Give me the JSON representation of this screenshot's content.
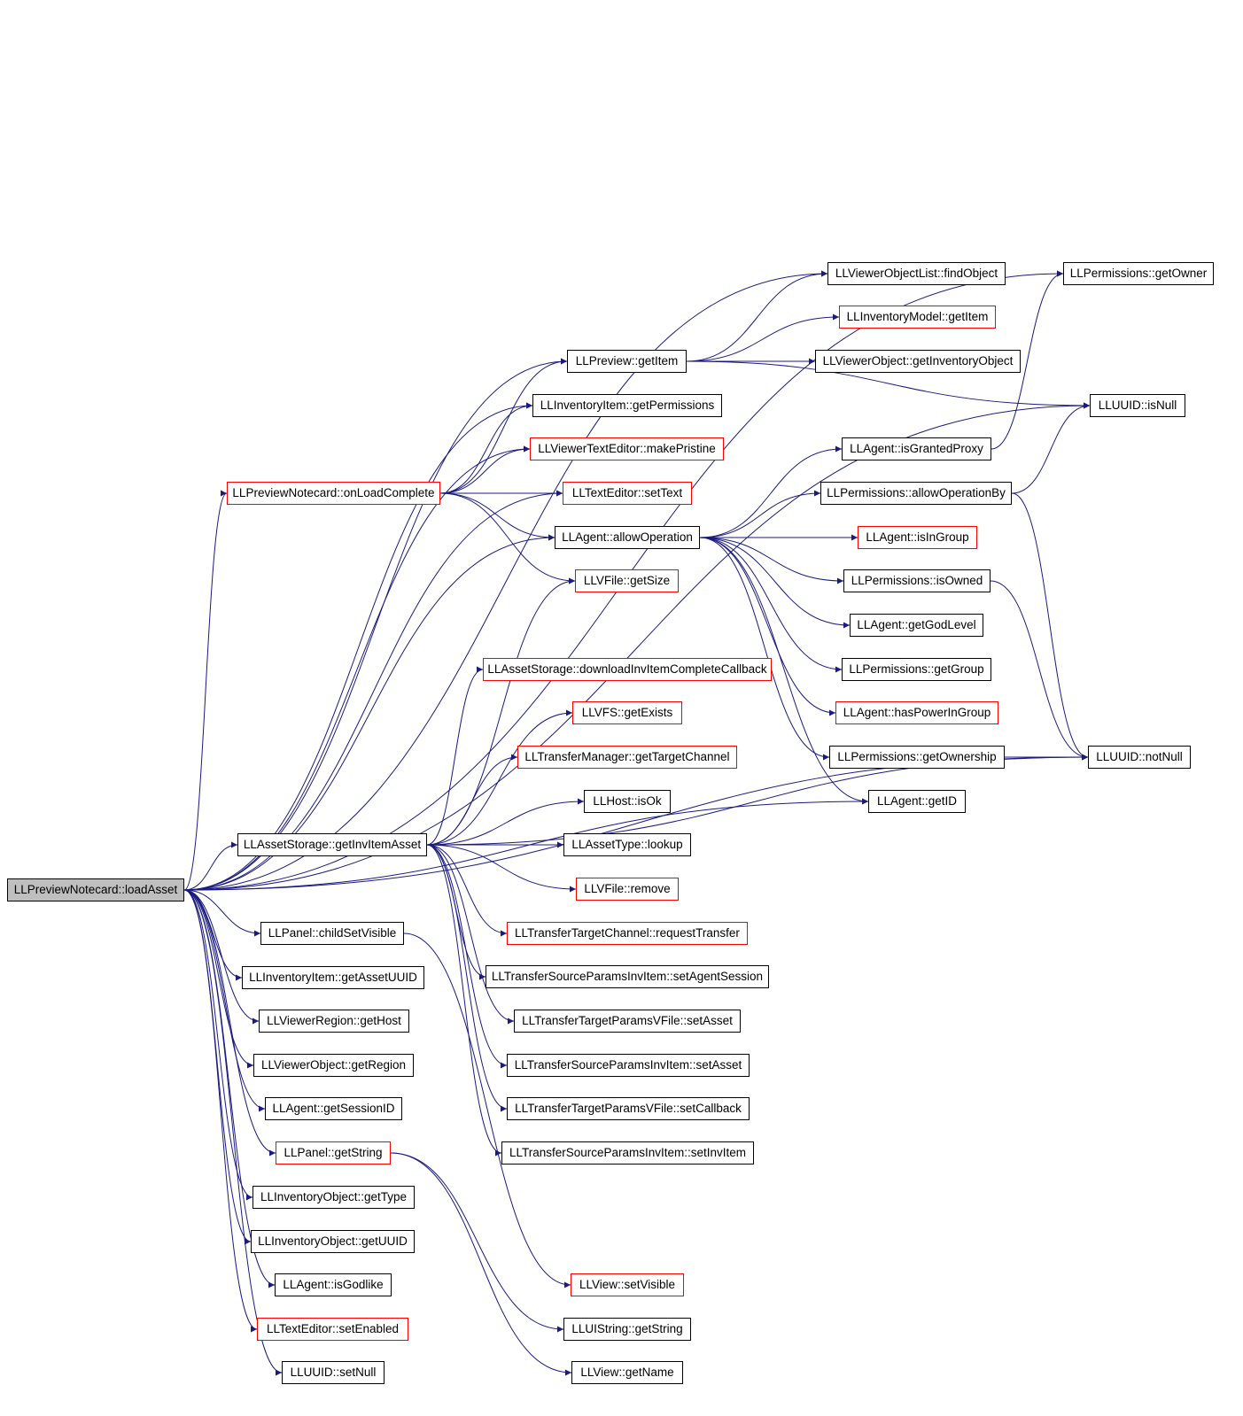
{
  "graph": {
    "root": "LLPreviewNotecard::loadAsset",
    "nodes": [
      {
        "id": "loadAsset",
        "label": "LLPreviewNotecard::loadAsset",
        "style": "root"
      },
      {
        "id": "onLoadComplete",
        "label": "LLPreviewNotecard::onLoadComplete",
        "style": "ref"
      },
      {
        "id": "getInvItemAsset",
        "label": "LLAssetStorage::getInvItemAsset",
        "style": "normal"
      },
      {
        "id": "childSetVisible",
        "label": "LLPanel::childSetVisible",
        "style": "normal"
      },
      {
        "id": "getAssetUUID",
        "label": "LLInventoryItem::getAssetUUID",
        "style": "normal"
      },
      {
        "id": "getHost",
        "label": "LLViewerRegion::getHost",
        "style": "normal"
      },
      {
        "id": "getRegion",
        "label": "LLViewerObject::getRegion",
        "style": "normal"
      },
      {
        "id": "getSessionID",
        "label": "LLAgent::getSessionID",
        "style": "normal"
      },
      {
        "id": "panelGetString",
        "label": "LLPanel::getString",
        "style": "ref"
      },
      {
        "id": "getType",
        "label": "LLInventoryObject::getType",
        "style": "normal"
      },
      {
        "id": "getUUID",
        "label": "LLInventoryObject::getUUID",
        "style": "normal"
      },
      {
        "id": "isGodlike",
        "label": "LLAgent::isGodlike",
        "style": "normal"
      },
      {
        "id": "setEnabled",
        "label": "LLTextEditor::setEnabled",
        "style": "ref"
      },
      {
        "id": "setNull",
        "label": "LLUUID::setNull",
        "style": "normal"
      },
      {
        "id": "previewGetItem",
        "label": "LLPreview::getItem",
        "style": "normal"
      },
      {
        "id": "getPermissions",
        "label": "LLInventoryItem::getPermissions",
        "style": "normal"
      },
      {
        "id": "makePristine",
        "label": "LLViewerTextEditor::makePristine",
        "style": "ref"
      },
      {
        "id": "setText",
        "label": "LLTextEditor::setText",
        "style": "ref"
      },
      {
        "id": "allowOperation",
        "label": "LLAgent::allowOperation",
        "style": "normal"
      },
      {
        "id": "vfileGetSize",
        "label": "LLVFile::getSize",
        "style": "ref"
      },
      {
        "id": "downloadCb",
        "label": "LLAssetStorage::downloadInvItemCompleteCallback",
        "style": "ref"
      },
      {
        "id": "vfsGetExists",
        "label": "LLVFS::getExists",
        "style": "ref"
      },
      {
        "id": "getTargetChannel",
        "label": "LLTransferManager::getTargetChannel",
        "style": "ref"
      },
      {
        "id": "hostIsOk",
        "label": "LLHost::isOk",
        "style": "normal"
      },
      {
        "id": "assetTypeLookup",
        "label": "LLAssetType::lookup",
        "style": "normal"
      },
      {
        "id": "vfileRemove",
        "label": "LLVFile::remove",
        "style": "ref"
      },
      {
        "id": "requestTransfer",
        "label": "LLTransferTargetChannel::requestTransfer",
        "style": "ref"
      },
      {
        "id": "setAgentSession",
        "label": "LLTransferSourceParamsInvItem::setAgentSession",
        "style": "normal"
      },
      {
        "id": "targetSetAsset",
        "label": "LLTransferTargetParamsVFile::setAsset",
        "style": "normal"
      },
      {
        "id": "sourceSetAsset",
        "label": "LLTransferSourceParamsInvItem::setAsset",
        "style": "normal"
      },
      {
        "id": "setCallback",
        "label": "LLTransferTargetParamsVFile::setCallback",
        "style": "normal"
      },
      {
        "id": "setInvItem",
        "label": "LLTransferSourceParamsInvItem::setInvItem",
        "style": "normal"
      },
      {
        "id": "viewSetVisible",
        "label": "LLView::setVisible",
        "style": "ref"
      },
      {
        "id": "uiStringGetString",
        "label": "LLUIString::getString",
        "style": "normal"
      },
      {
        "id": "viewGetName",
        "label": "LLView::getName",
        "style": "normal"
      },
      {
        "id": "findObject",
        "label": "LLViewerObjectList::findObject",
        "style": "normal"
      },
      {
        "id": "modelGetItem",
        "label": "LLInventoryModel::getItem",
        "style": "ref"
      },
      {
        "id": "getInventoryObject",
        "label": "LLViewerObject::getInventoryObject",
        "style": "normal"
      },
      {
        "id": "isGrantedProxy",
        "label": "LLAgent::isGrantedProxy",
        "style": "normal"
      },
      {
        "id": "allowOperationBy",
        "label": "LLPermissions::allowOperationBy",
        "style": "normal"
      },
      {
        "id": "isInGroup",
        "label": "LLAgent::isInGroup",
        "style": "ref"
      },
      {
        "id": "isOwned",
        "label": "LLPermissions::isOwned",
        "style": "normal"
      },
      {
        "id": "getGodLevel",
        "label": "LLAgent::getGodLevel",
        "style": "normal"
      },
      {
        "id": "permGetGroup",
        "label": "LLPermissions::getGroup",
        "style": "normal"
      },
      {
        "id": "hasPowerInGroup",
        "label": "LLAgent::hasPowerInGroup",
        "style": "ref"
      },
      {
        "id": "getOwnership",
        "label": "LLPermissions::getOwnership",
        "style": "normal"
      },
      {
        "id": "agentGetID",
        "label": "LLAgent::getID",
        "style": "normal"
      },
      {
        "id": "getOwner",
        "label": "LLPermissions::getOwner",
        "style": "normal"
      },
      {
        "id": "isNull",
        "label": "LLUUID::isNull",
        "style": "normal"
      },
      {
        "id": "notNull",
        "label": "LLUUID::notNull",
        "style": "normal"
      }
    ],
    "edges": [
      [
        "loadAsset",
        "onLoadComplete"
      ],
      [
        "loadAsset",
        "getInvItemAsset"
      ],
      [
        "loadAsset",
        "childSetVisible"
      ],
      [
        "loadAsset",
        "getAssetUUID"
      ],
      [
        "loadAsset",
        "getHost"
      ],
      [
        "loadAsset",
        "getRegion"
      ],
      [
        "loadAsset",
        "getSessionID"
      ],
      [
        "loadAsset",
        "panelGetString"
      ],
      [
        "loadAsset",
        "getType"
      ],
      [
        "loadAsset",
        "getUUID"
      ],
      [
        "loadAsset",
        "isGodlike"
      ],
      [
        "loadAsset",
        "setEnabled"
      ],
      [
        "loadAsset",
        "setNull"
      ],
      [
        "loadAsset",
        "getOwner"
      ],
      [
        "loadAsset",
        "isNull"
      ],
      [
        "loadAsset",
        "findObject"
      ],
      [
        "loadAsset",
        "previewGetItem"
      ],
      [
        "loadAsset",
        "getPermissions"
      ],
      [
        "loadAsset",
        "makePristine"
      ],
      [
        "loadAsset",
        "setText"
      ],
      [
        "loadAsset",
        "allowOperation"
      ],
      [
        "loadAsset",
        "agentGetID"
      ],
      [
        "loadAsset",
        "notNull"
      ],
      [
        "onLoadComplete",
        "previewGetItem"
      ],
      [
        "onLoadComplete",
        "getPermissions"
      ],
      [
        "onLoadComplete",
        "makePristine"
      ],
      [
        "onLoadComplete",
        "setText"
      ],
      [
        "onLoadComplete",
        "allowOperation"
      ],
      [
        "onLoadComplete",
        "vfileGetSize"
      ],
      [
        "getInvItemAsset",
        "vfileGetSize"
      ],
      [
        "getInvItemAsset",
        "downloadCb"
      ],
      [
        "getInvItemAsset",
        "vfsGetExists"
      ],
      [
        "getInvItemAsset",
        "getTargetChannel"
      ],
      [
        "getInvItemAsset",
        "hostIsOk"
      ],
      [
        "getInvItemAsset",
        "assetTypeLookup"
      ],
      [
        "getInvItemAsset",
        "vfileRemove"
      ],
      [
        "getInvItemAsset",
        "requestTransfer"
      ],
      [
        "getInvItemAsset",
        "setAgentSession"
      ],
      [
        "getInvItemAsset",
        "targetSetAsset"
      ],
      [
        "getInvItemAsset",
        "sourceSetAsset"
      ],
      [
        "getInvItemAsset",
        "setCallback"
      ],
      [
        "getInvItemAsset",
        "setInvItem"
      ],
      [
        "getInvItemAsset",
        "notNull"
      ],
      [
        "childSetVisible",
        "viewSetVisible"
      ],
      [
        "panelGetString",
        "uiStringGetString"
      ],
      [
        "panelGetString",
        "viewGetName"
      ],
      [
        "previewGetItem",
        "findObject"
      ],
      [
        "previewGetItem",
        "modelGetItem"
      ],
      [
        "previewGetItem",
        "getInventoryObject"
      ],
      [
        "previewGetItem",
        "isNull"
      ],
      [
        "allowOperation",
        "isGrantedProxy"
      ],
      [
        "allowOperation",
        "allowOperationBy"
      ],
      [
        "allowOperation",
        "isInGroup"
      ],
      [
        "allowOperation",
        "isOwned"
      ],
      [
        "allowOperation",
        "getGodLevel"
      ],
      [
        "allowOperation",
        "permGetGroup"
      ],
      [
        "allowOperation",
        "hasPowerInGroup"
      ],
      [
        "allowOperation",
        "getOwnership"
      ],
      [
        "allowOperation",
        "agentGetID"
      ],
      [
        "isGrantedProxy",
        "getOwner"
      ],
      [
        "allowOperationBy",
        "isNull"
      ],
      [
        "allowOperationBy",
        "notNull"
      ],
      [
        "isOwned",
        "notNull"
      ],
      [
        "getOwnership",
        "notNull"
      ]
    ]
  }
}
